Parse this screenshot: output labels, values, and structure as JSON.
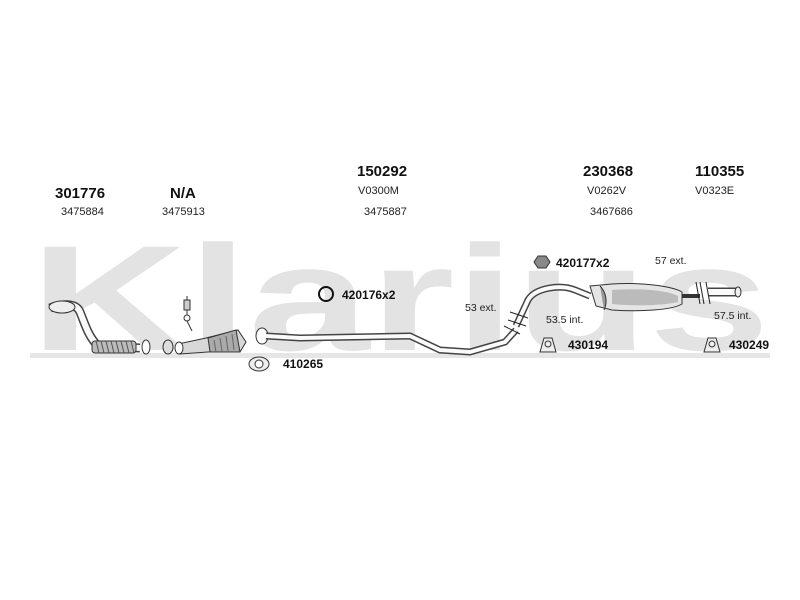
{
  "watermark": {
    "text": "Klarius",
    "color": "#e3e3e3"
  },
  "parts": [
    {
      "part_no": "301776",
      "ref": "3475884"
    },
    {
      "part_no": "N/A",
      "ref": "3475913"
    },
    {
      "part_no": "150292",
      "code": "V0300M",
      "ref": "3475887"
    },
    {
      "part_no": "230368",
      "code": "V0262V",
      "ref": "3467686"
    },
    {
      "part_no": "110355",
      "code": "V0323E"
    }
  ],
  "accessories": [
    {
      "label": "420177x2"
    },
    {
      "label": "420176x2"
    },
    {
      "label": "410265"
    },
    {
      "label": "430194"
    },
    {
      "label": "430249"
    }
  ],
  "dimensions": [
    {
      "text": "57 ext."
    },
    {
      "text": "53 ext."
    },
    {
      "text": "53.5 int."
    },
    {
      "text": "57.5 int."
    }
  ]
}
